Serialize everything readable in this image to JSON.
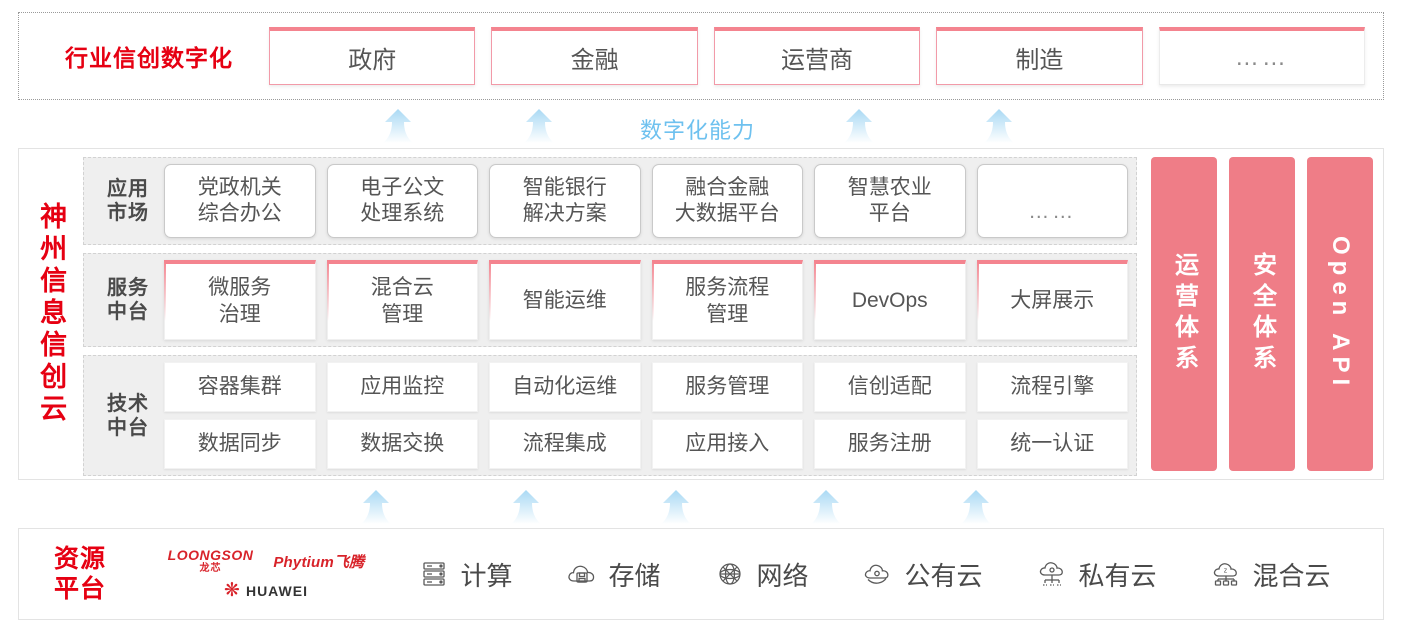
{
  "industry": {
    "title": "行业信创数字化",
    "boxes": [
      {
        "label": "政府"
      },
      {
        "label": "金融"
      },
      {
        "label": "运营商"
      },
      {
        "label": "制造"
      },
      {
        "label": "……"
      }
    ]
  },
  "capability": {
    "label": "数字化能力",
    "arrow_count_top": 4,
    "arrow_count_bottom": 5,
    "arrow_color": "#bfe2f7"
  },
  "cloud": {
    "title": "神州信息信创云",
    "layers": [
      {
        "label": "应用\n市场",
        "label_line1": "应用",
        "label_line2": "市场",
        "cells": [
          {
            "line1": "党政机关",
            "line2": "综合办公"
          },
          {
            "line1": "电子公文",
            "line2": "处理系统"
          },
          {
            "line1": "智能银行",
            "line2": "解决方案"
          },
          {
            "line1": "融合金融",
            "line2": "大数据平台"
          },
          {
            "line1": "智慧农业",
            "line2": "平台"
          },
          {
            "line1": "……",
            "line2": ""
          }
        ]
      },
      {
        "label_line1": "服务",
        "label_line2": "中台",
        "cells": [
          {
            "line1": "微服务",
            "line2": "治理"
          },
          {
            "line1": "混合云",
            "line2": "管理"
          },
          {
            "line1": "智能运维",
            "line2": ""
          },
          {
            "line1": "服务流程",
            "line2": "管理"
          },
          {
            "line1": "DevOps",
            "line2": ""
          },
          {
            "line1": "大屏展示",
            "line2": ""
          }
        ]
      },
      {
        "label_line1": "技术",
        "label_line2": "中台",
        "row1": [
          "容器集群",
          "应用监控",
          "自动化运维",
          "服务管理",
          "信创适配",
          "流程引擎"
        ],
        "row2": [
          "数据同步",
          "数据交换",
          "流程集成",
          "应用接入",
          "服务注册",
          "统一认证"
        ]
      }
    ],
    "pillars": [
      {
        "label": "运营体系",
        "color": "#ef7d87"
      },
      {
        "label": "安全体系",
        "color": "#ef7d87"
      },
      {
        "label": "Open API",
        "color": "#ef7d87"
      }
    ]
  },
  "resource": {
    "title_line1": "资源",
    "title_line2": "平台",
    "vendors": [
      {
        "name": "LOONGSON",
        "sub": "龙芯"
      },
      {
        "name": "Phytium飞腾",
        "sub": ""
      },
      {
        "name": "HUAWEI",
        "sub": ""
      }
    ],
    "items": [
      {
        "label": "计算",
        "icon": "server-icon"
      },
      {
        "label": "存储",
        "icon": "cloud-storage-icon"
      },
      {
        "label": "网络",
        "icon": "network-icon"
      },
      {
        "label": "公有云",
        "icon": "public-cloud-icon"
      },
      {
        "label": "私有云",
        "icon": "private-cloud-icon"
      },
      {
        "label": "混合云",
        "icon": "hybrid-cloud-icon"
      }
    ]
  },
  "colors": {
    "brand_red": "#e60012",
    "accent_pink": "#ef7d87",
    "box_pink_border": "#f4848f",
    "arrow_blue": "#bfe2f7",
    "label_blue": "#6ec1ef",
    "layer_bg": "#efefef"
  }
}
